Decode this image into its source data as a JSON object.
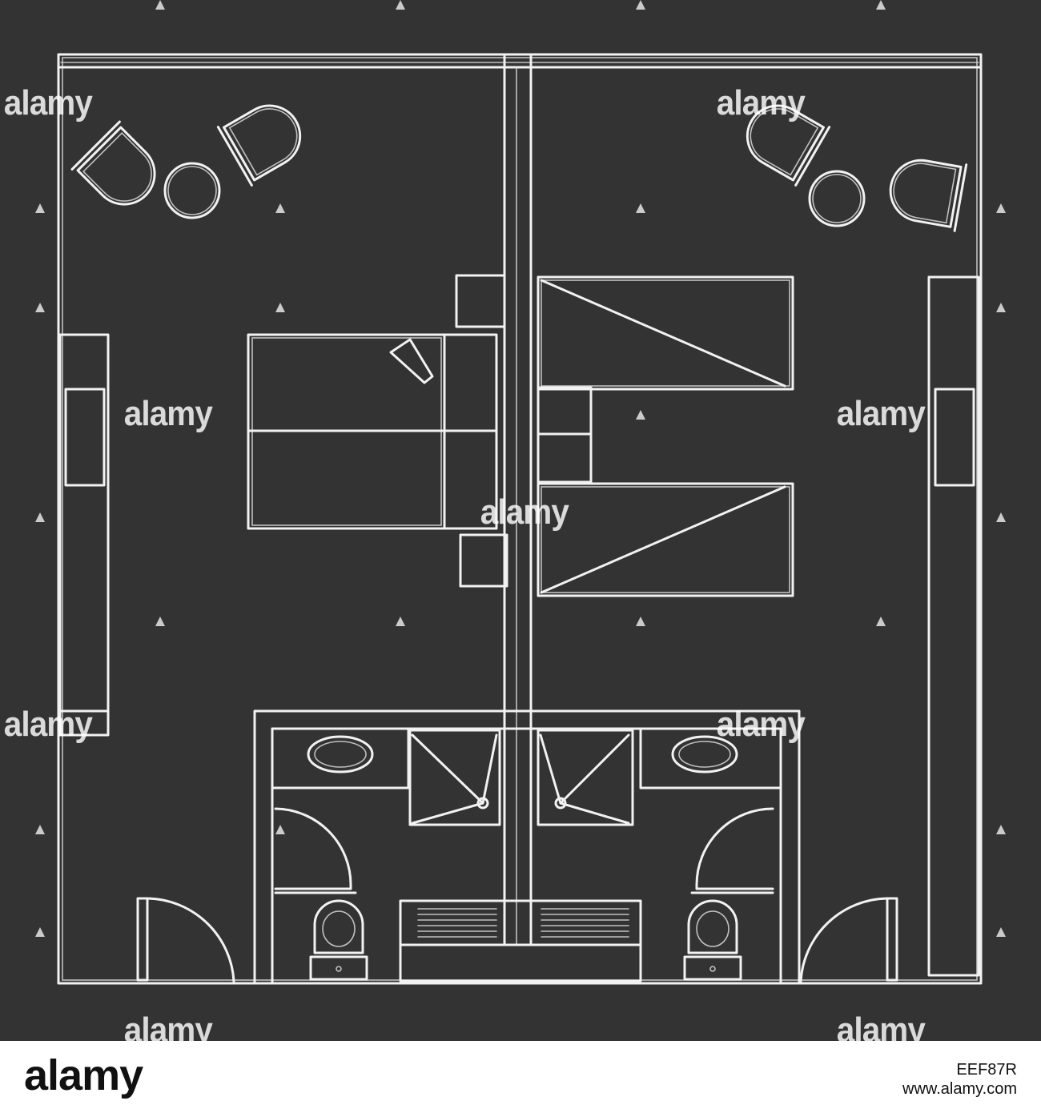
{
  "watermark": {
    "text": "alamy"
  },
  "footer": {
    "brand": "alamy",
    "image_id": "EEF87R",
    "site": "www.alamy.com"
  },
  "colors": {
    "board": "#333333",
    "chalk": "#f2f2f2",
    "footer": "#ffffff"
  }
}
